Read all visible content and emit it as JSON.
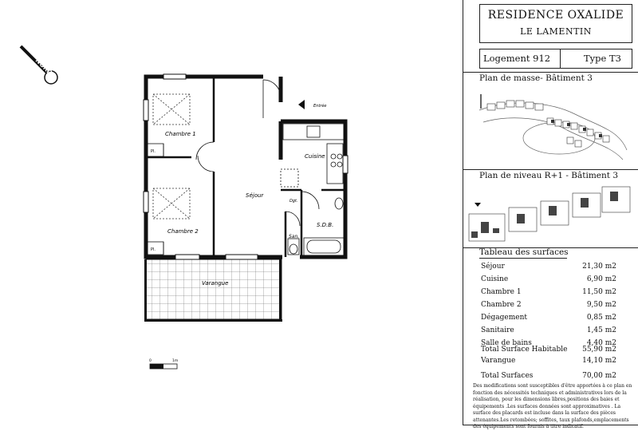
{
  "header": {
    "title": "RESIDENCE  OXALIDE",
    "location": "LE LAMENTIN"
  },
  "unit": {
    "logement": "Logement 912",
    "type": "Type T3"
  },
  "sections": {
    "masse": "Plan de masse- Bâtiment 3",
    "niveau": "Plan de niveau R+1 - Bâtiment 3",
    "surfaces": "Tableau des surfaces"
  },
  "surfaces": [
    {
      "label": "Séjour",
      "value": "21,30 m2"
    },
    {
      "label": "Cuisine",
      "value": "6,90 m2"
    },
    {
      "label": "Chambre 1",
      "value": "11,50 m2"
    },
    {
      "label": "Chambre 2",
      "value": "9,50 m2"
    },
    {
      "label": "Dégagement",
      "value": "0,85 m2"
    },
    {
      "label": "Sanitaire",
      "value": "1,45 m2"
    },
    {
      "label": "Salle de bains",
      "value": "4,40 m2"
    }
  ],
  "totals": [
    {
      "label": "Total Surface Habitable",
      "value": "55,90  m2"
    },
    {
      "label": "Varangue",
      "value": "14,10 m2"
    },
    {
      "label": "Total Surfaces",
      "value": "70,00 m2"
    }
  ],
  "notes": "Des modifications sont susceptibles d'être apportées à ce plan en fonction des nécessités techniques et administratives lors de la réalisation, pour les dimensions libres,positions des baies et équipements .Les surfaces données sont approximatives . La surface des placards est incluse dans la surface des pièces attenantes.Les retombées; soffites, taux plafonds,emplacements des équipements sont fournis à  titre indicatif.",
  "plan": {
    "rooms": {
      "chambre1": "Chambre 1",
      "chambre2": "Chambre 2",
      "sejour": "Séjour",
      "cuisine": "Cuisine",
      "degagement": "Dgt.",
      "sdb": "S.D.B.",
      "san": "San.",
      "varangue": "Varangue",
      "placard1": "Pl.",
      "placard2": "Pl."
    },
    "entree": "Entrée",
    "compass": "NORD",
    "scale": {
      "start": "0",
      "end": "1m"
    }
  }
}
